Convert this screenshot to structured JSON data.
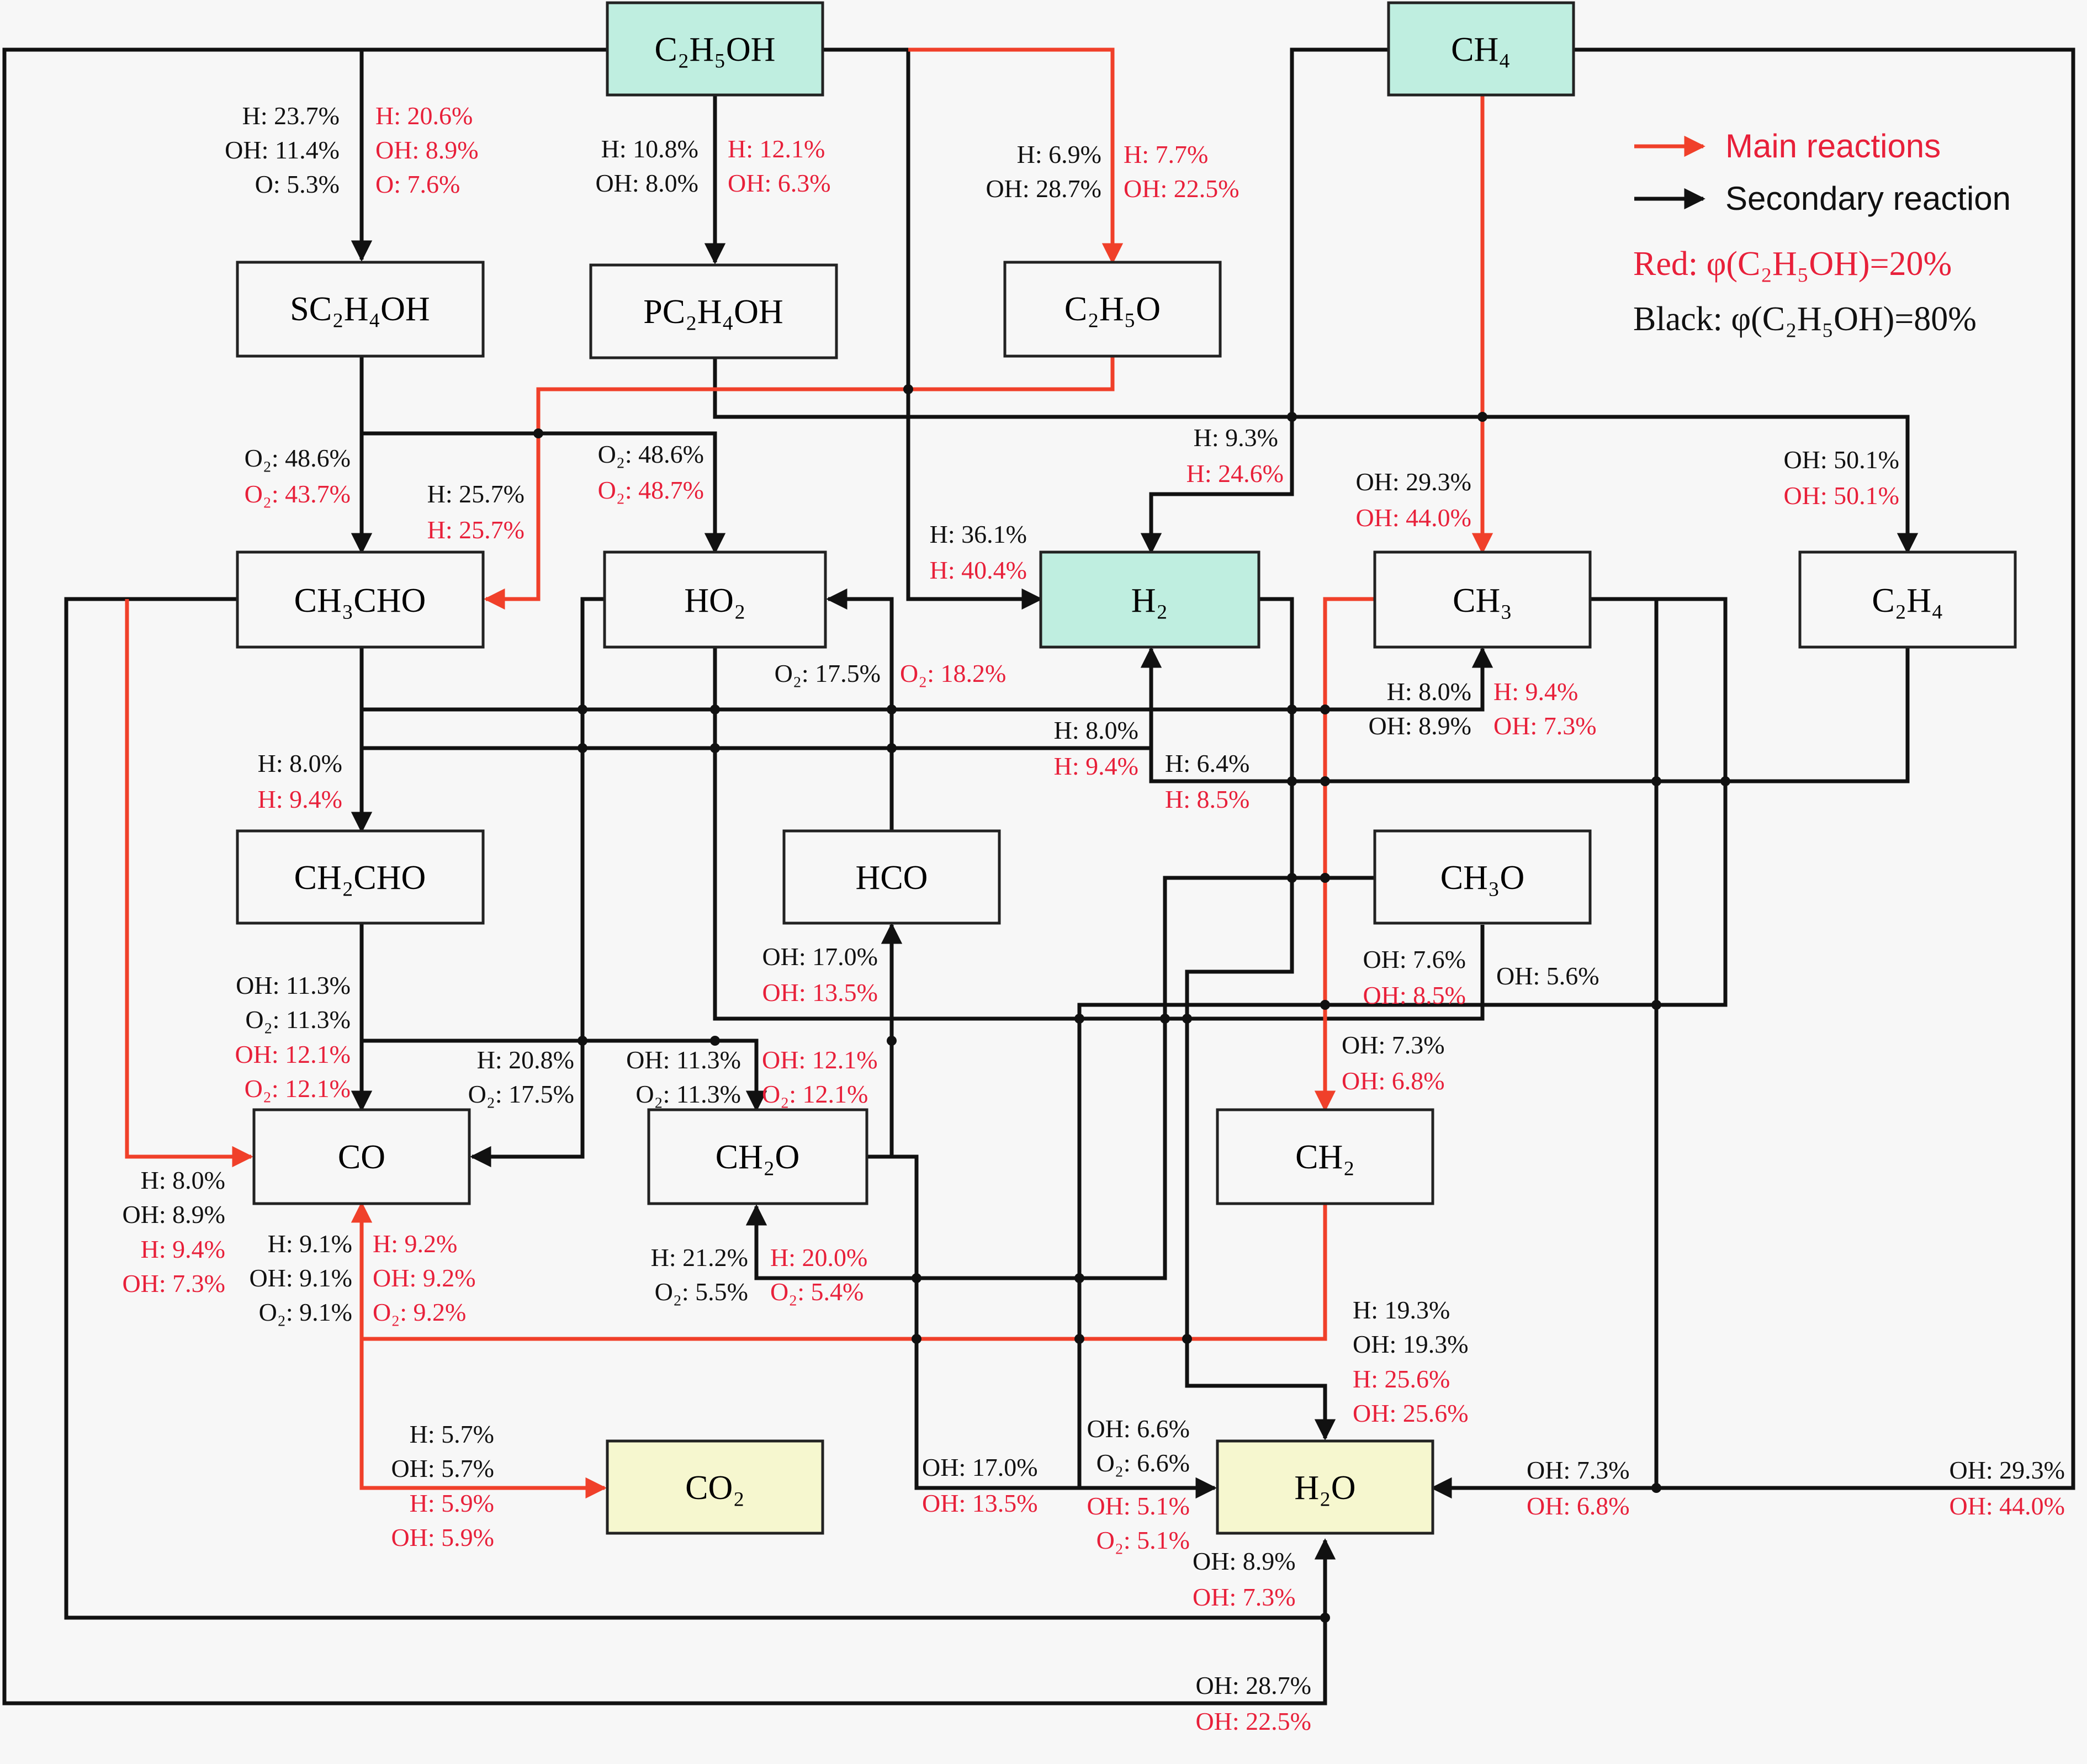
{
  "colors": {
    "main": "#f0402a",
    "main_text": "#e8203a",
    "secondary": "#111111",
    "fuel_box": "#bfeee0",
    "product_box": "#f6f7cf",
    "plain_box": "#f7f7f7"
  },
  "legend": {
    "main_label": "Main reactions",
    "secondary_label": "Secondary reaction",
    "red_condition": "Red: φ(C₂H₅OH)=20%",
    "black_condition": "Black: φ(C₂H₅OH)=80%"
  },
  "nodes": {
    "c2h5oh": "C₂H₅OH",
    "ch4": "CH₄",
    "sc2h4oh": "SC₂H₄OH",
    "pc2h4oh": "PC₂H₄OH",
    "c2h5o": "C₂H₅O",
    "ch3cho": "CH₃CHO",
    "ho2": "HO₂",
    "h2": "H₂",
    "ch3": "CH₃",
    "c2h4": "C₂H₄",
    "ch2cho": "CH₂CHO",
    "hco": "HCO",
    "ch3o": "CH₃O",
    "co": "CO",
    "ch2o": "CH₂O",
    "ch2": "CH₂",
    "co2": "CO₂",
    "h2o": "H₂O"
  },
  "labels": {
    "l01": [
      "H: 23.7%",
      "OH: 11.4%",
      "O: 5.3%"
    ],
    "l02": [
      "H: 20.6%",
      "OH: 8.9%",
      "O: 7.6%"
    ],
    "l03": [
      "H: 10.8%",
      "OH: 8.0%"
    ],
    "l04": [
      "H: 12.1%",
      "OH: 6.3%"
    ],
    "l05": [
      "H: 6.9%",
      "OH: 28.7%"
    ],
    "l06": [
      "H: 7.7%",
      "OH: 22.5%"
    ],
    "l07": [
      "O₂: 48.6%"
    ],
    "l08": [
      "O₂: 43.7%"
    ],
    "l09": [
      "H: 25.7%"
    ],
    "l10": [
      "H: 25.7%"
    ],
    "l11": [
      "O₂: 48.6%"
    ],
    "l12": [
      "O₂: 48.7%"
    ],
    "l13": [
      "H: 9.3%"
    ],
    "l14": [
      "H: 24.6%"
    ],
    "l15": [
      "OH: 29.3%"
    ],
    "l16": [
      "OH: 44.0%"
    ],
    "l17": [
      "OH: 50.1%"
    ],
    "l18": [
      "OH: 50.1%"
    ],
    "l19": [
      "H: 36.1%"
    ],
    "l20": [
      "H: 40.4%"
    ],
    "l21": [
      "O₂: 17.5%"
    ],
    "l22": [
      "O₂: 18.2%"
    ],
    "l23": [
      "H: 8.0%"
    ],
    "l24": [
      "H: 9.4%"
    ],
    "l25": [
      "H: 8.0%",
      "OH: 8.9%"
    ],
    "l26": [
      "H: 9.4%",
      "OH: 7.3%"
    ],
    "l27": [
      "H: 8.0%"
    ],
    "l28": [
      "H: 9.4%"
    ],
    "l29": [
      "H: 6.4%"
    ],
    "l30": [
      "H: 8.5%"
    ],
    "l31": [
      "OH: 11.3%",
      "O₂: 11.3%"
    ],
    "l32": [
      "OH: 12.1%",
      "O₂: 12.1%"
    ],
    "l33": [
      "OH: 17.0%"
    ],
    "l34": [
      "OH: 13.5%"
    ],
    "l35": [
      "OH: 7.6%"
    ],
    "l36": [
      "OH: 8.5%"
    ],
    "l37": [
      "OH: 5.6%"
    ],
    "l38": [
      "H: 20.8%",
      "O₂: 17.5%"
    ],
    "l39": [
      "OH: 11.3%",
      "O₂: 11.3%"
    ],
    "l40": [
      "OH: 12.1%",
      "O₂: 12.1%"
    ],
    "l41": [
      "OH: 7.3%"
    ],
    "l42": [
      "OH: 6.8%"
    ],
    "l43": [
      "H: 8.0%",
      "OH: 8.9%"
    ],
    "l44": [
      "H: 9.4%",
      "OH: 7.3%"
    ],
    "l45": [
      "H: 9.1%",
      "OH: 9.1%",
      "O₂: 9.1%"
    ],
    "l46": [
      "H: 9.2%",
      "OH: 9.2%",
      "O₂: 9.2%"
    ],
    "l47": [
      "H: 21.2%",
      "O₂: 5.5%"
    ],
    "l48": [
      "H: 20.0%",
      "O₂: 5.4%"
    ],
    "l49": [
      "H: 19.3%",
      "OH: 19.3%"
    ],
    "l50": [
      "H: 25.6%",
      "OH: 25.6%"
    ],
    "l51": [
      "H: 5.7%",
      "OH: 5.7%"
    ],
    "l52": [
      "H: 5.9%",
      "OH: 5.9%"
    ],
    "l53": [
      "OH: 17.0%"
    ],
    "l54": [
      "OH: 13.5%"
    ],
    "l55": [
      "OH: 6.6%",
      "O₂: 6.6%"
    ],
    "l56": [
      "OH: 5.1%",
      "O₂: 5.1%"
    ],
    "l57": [
      "OH: 8.9%"
    ],
    "l58": [
      "OH: 7.3%"
    ],
    "l59": [
      "OH: 7.3%"
    ],
    "l60": [
      "OH: 6.8%"
    ],
    "l61": [
      "OH: 29.3%"
    ],
    "l62": [
      "OH: 44.0%"
    ],
    "l63": [
      "OH: 28.7%"
    ],
    "l64": [
      "OH: 22.5%"
    ]
  }
}
